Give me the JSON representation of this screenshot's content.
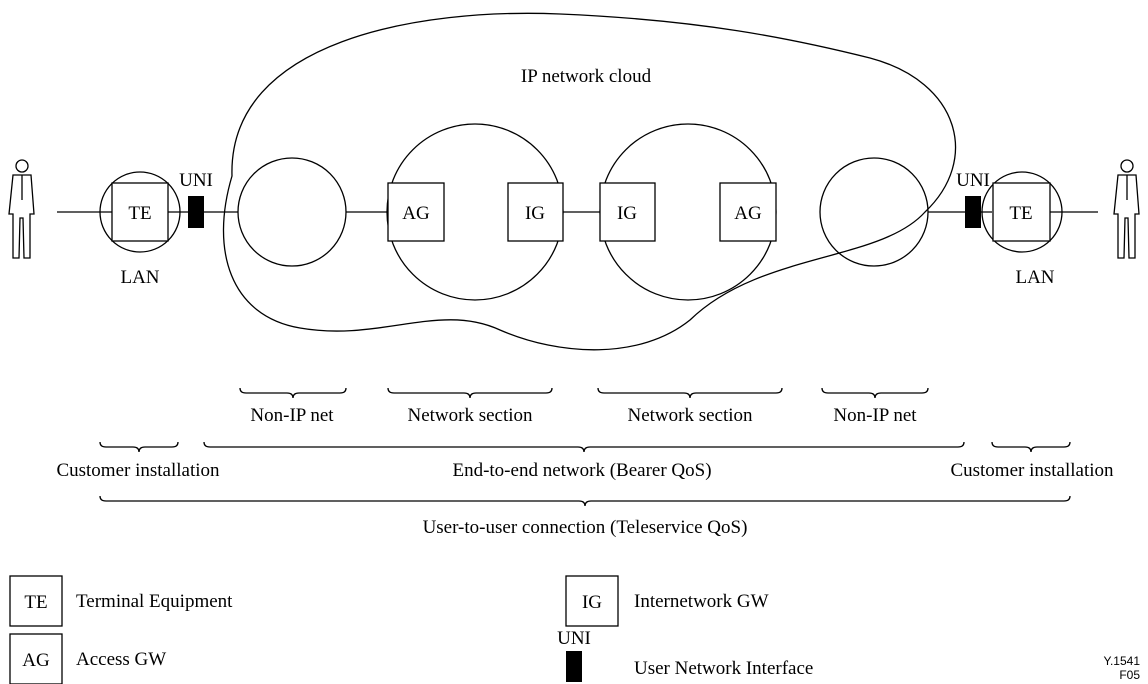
{
  "diagram": {
    "cloud_label": "IP network cloud",
    "left": {
      "uni": "UNI",
      "te": "TE",
      "lan": "LAN"
    },
    "right": {
      "uni": "UNI",
      "te": "TE",
      "lan": "LAN"
    },
    "section1": {
      "ag": "AG",
      "ig": "IG"
    },
    "section2": {
      "ig": "IG",
      "ag": "AG"
    },
    "braces": {
      "non_ip_left": "Non-IP net",
      "network_section_1": "Network section",
      "network_section_2": "Network section",
      "non_ip_right": "Non-IP net",
      "customer_left": "Customer installation",
      "end_to_end": "End-to-end network (Bearer QoS)",
      "customer_right": "Customer installation",
      "user_to_user": "User-to-user connection (Teleservice QoS)"
    }
  },
  "legend": {
    "te": {
      "abbr": "TE",
      "desc": "Terminal Equipment"
    },
    "ag": {
      "abbr": "AG",
      "desc": "Access GW"
    },
    "ig": {
      "abbr": "IG",
      "desc": "Internetwork GW"
    },
    "uni": {
      "abbr": "UNI",
      "desc": "User Network Interface"
    }
  },
  "figure_id": {
    "line1": "Y.1541",
    "line2": "F05"
  }
}
